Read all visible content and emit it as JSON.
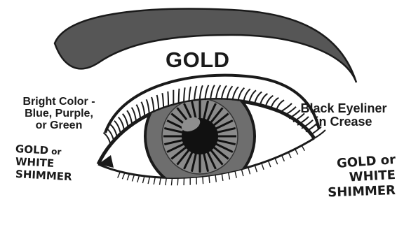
{
  "labels": {
    "top": "GOLD",
    "left_upper": [
      "Bright Color -",
      "Blue, Purple,",
      "or Green"
    ],
    "right_upper": [
      "Black Eyeliner",
      "in Crease"
    ],
    "left_lower": {
      "line1": "GOLD",
      "connector": " or",
      "line2": "WHITE",
      "line3": "SHIMMER"
    },
    "right_lower": [
      "GOLD or",
      "WHITE",
      "SHIMMER"
    ]
  },
  "colors": {
    "ink": "#1a1a1a",
    "brow": "#565656",
    "iris": "#6e6e6e",
    "iris_inner": "#8a8a8a",
    "pupil": "#111111",
    "background": "#ffffff"
  },
  "icons": {
    "eyebrow": "eyebrow-shape",
    "eye": "eye-illustration"
  }
}
